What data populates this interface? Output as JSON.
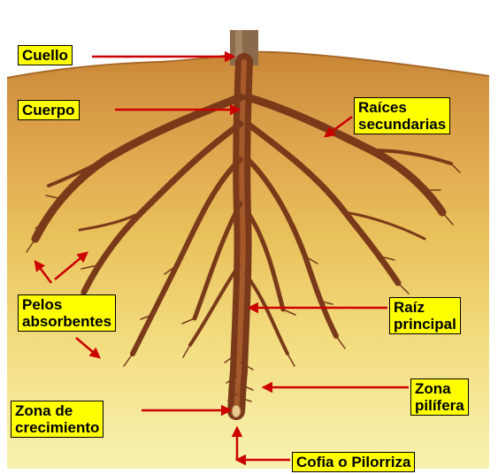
{
  "labels": {
    "cuello": "Cuello",
    "cuerpo": "Cuerpo",
    "raices_secundarias": [
      "Raíces",
      "secundarias"
    ],
    "pelos_absorbentes": [
      "Pelos",
      "absorbentes"
    ],
    "raiz_principal": [
      "Raíz",
      "principal"
    ],
    "zona_pilifera": [
      "Zona",
      "pilífera"
    ],
    "zona_crecimiento": [
      "Zona de",
      "crecimiento"
    ],
    "cofia": "Cofia o Pilorriza"
  },
  "colors": {
    "label_fill": "#ffff00",
    "arrow": "#cc0000",
    "root": "#7a3a1a",
    "soil_top": "#d89a3c",
    "soil_bottom": "#f8f2a8"
  }
}
